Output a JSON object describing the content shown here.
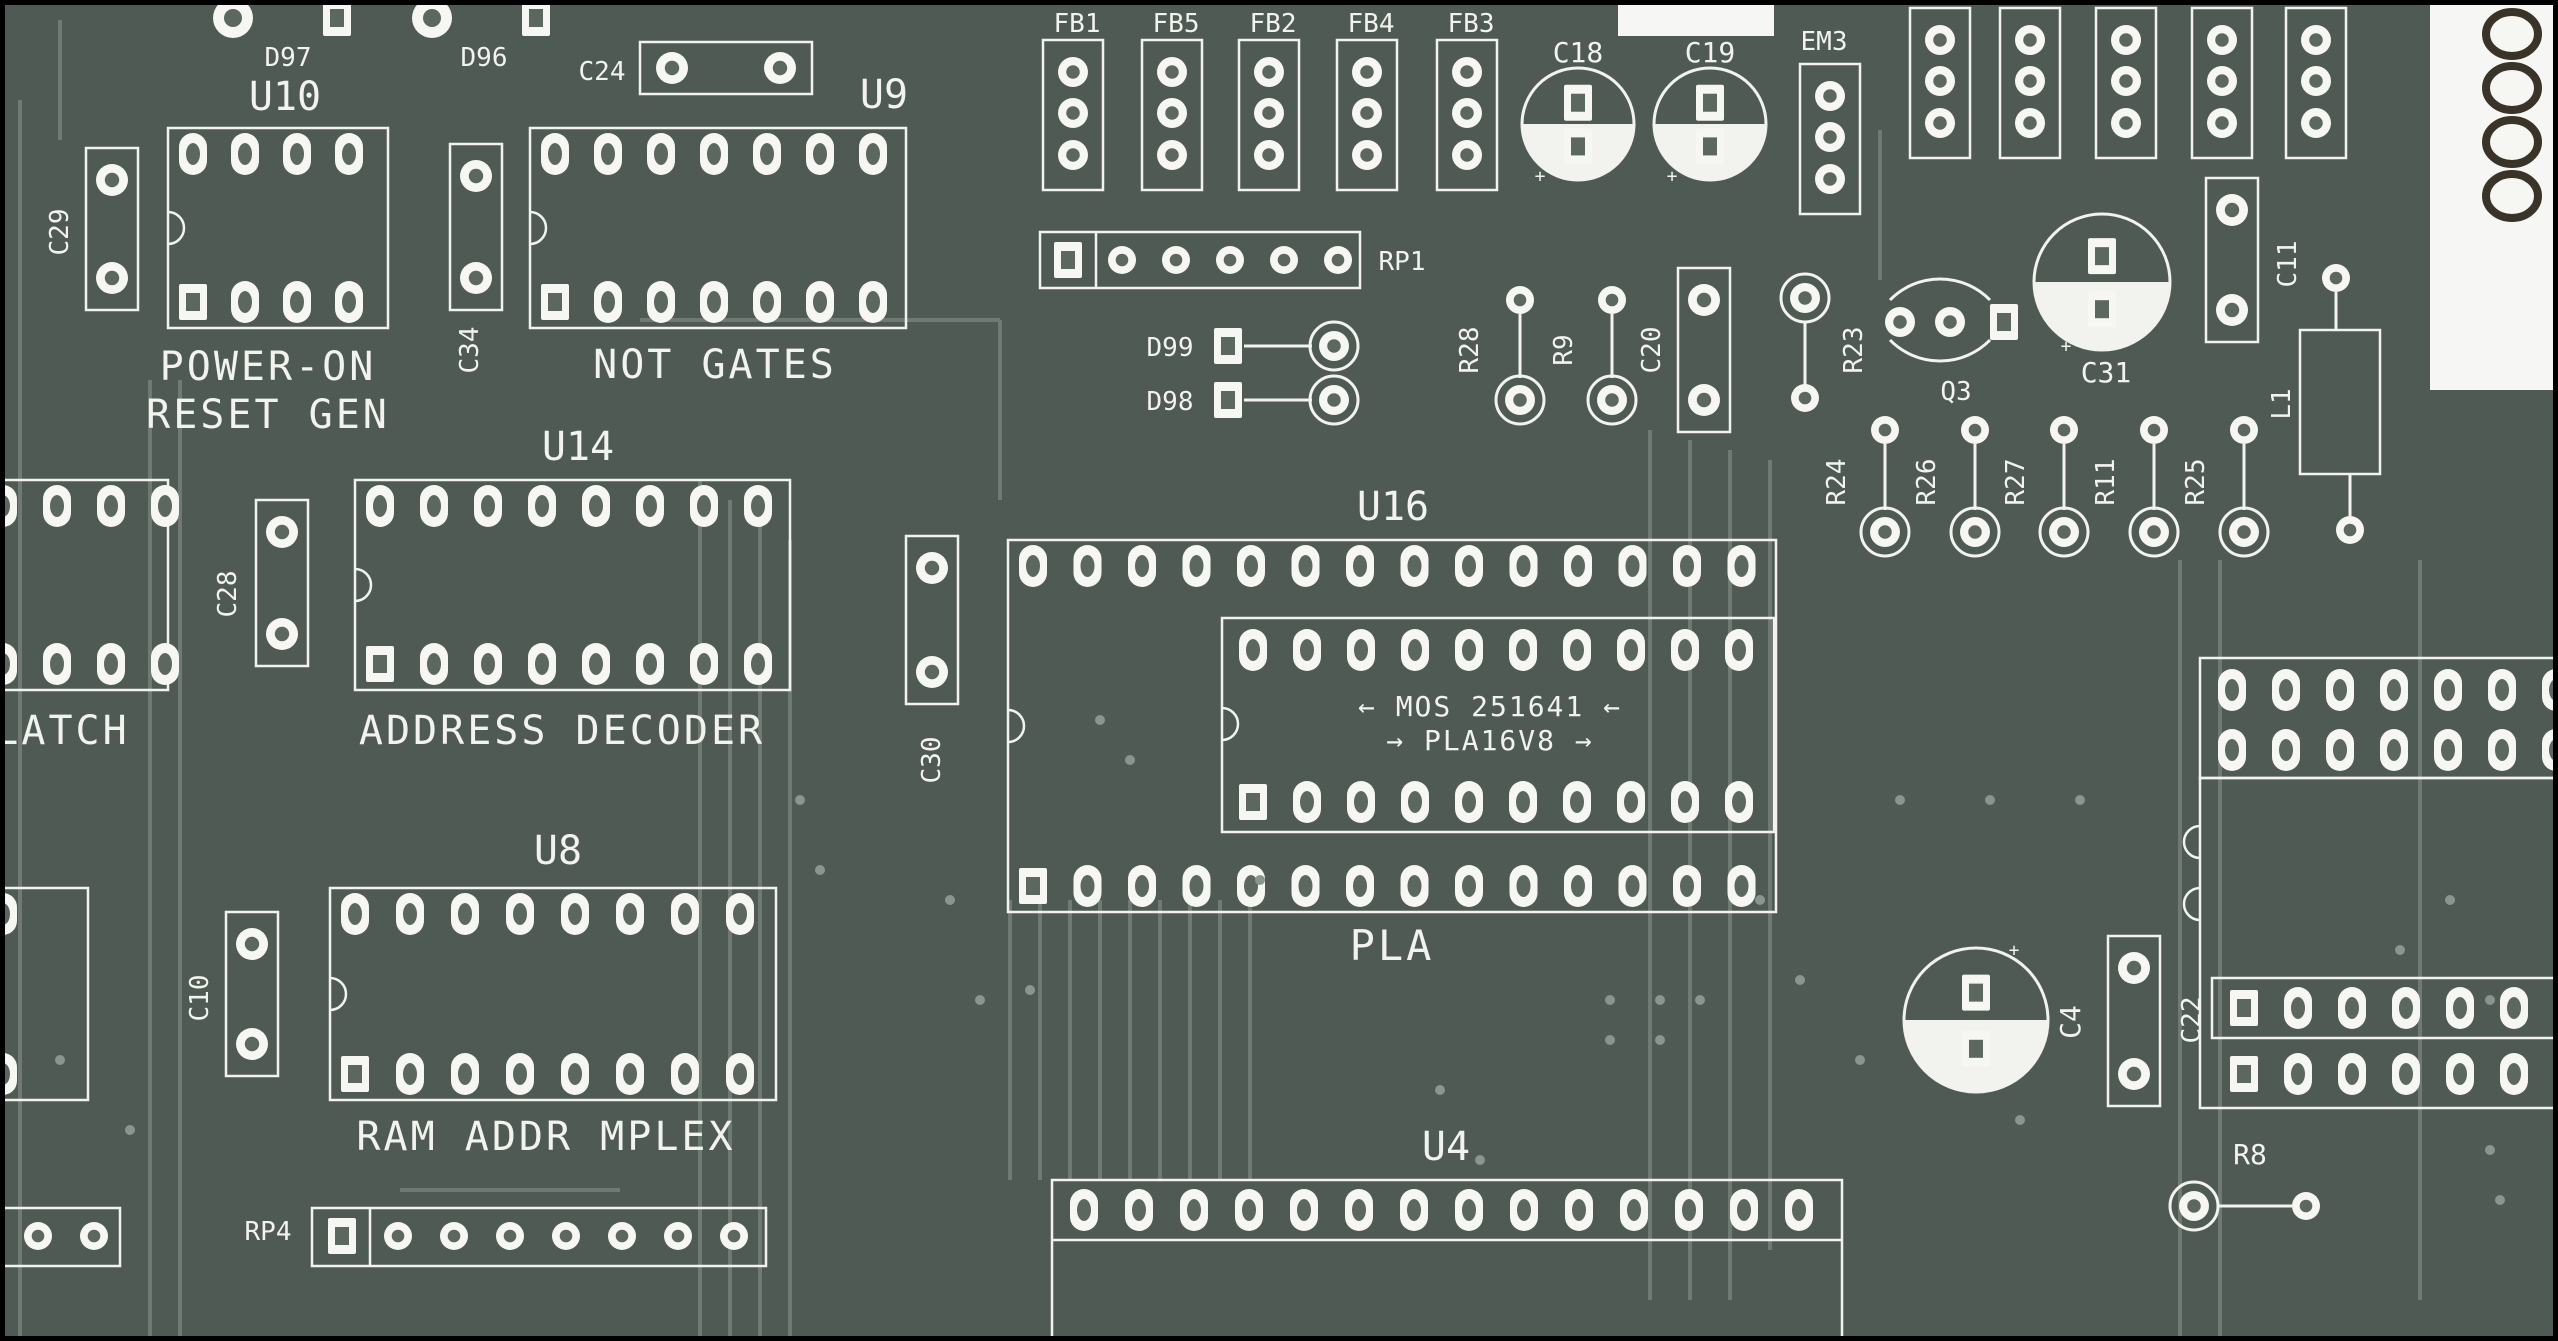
{
  "colors": {
    "board": "#4e5a53",
    "trace": "#6e7a72",
    "silkscreen": "#f2f2ee",
    "pad": "#f6f6f2",
    "hole": "#5c6760"
  },
  "references": {
    "D97": "D97",
    "D96": "D96",
    "C24": "C24",
    "C29": "C29",
    "C34": "C34",
    "U10": "U10",
    "U9": "U9",
    "U14": "U14",
    "U8": "U8",
    "U16": "U16",
    "U4": "U4",
    "C28": "C28",
    "C10": "C10",
    "C30": "C30",
    "FB1": "FB1",
    "FB5": "FB5",
    "FB2": "FB2",
    "FB4": "FB4",
    "FB3": "FB3",
    "C18": "C18",
    "C19": "C19",
    "EM3": "EM3",
    "RP1": "RP1",
    "RP4": "RP4",
    "D99": "D99",
    "D98": "D98",
    "R28": "R28",
    "R9": "R9",
    "C20": "C20",
    "R23": "R23",
    "Q3": "Q3",
    "C31": "C31",
    "C11": "C11",
    "L1": "L1",
    "R24": "R24",
    "R26": "R26",
    "R27": "R27",
    "R11": "R11",
    "R25": "R25",
    "C4": "C4",
    "C22": "C22",
    "R8": "R8"
  },
  "labels": {
    "power_on_1": "POWER-ON",
    "power_on_2": "RESET GEN",
    "not_gates": "NOT GATES",
    "latch": "LATCH",
    "address_decoder": "ADDRESS DECODER",
    "ram_addr_mplex": "RAM ADDR MPLEX",
    "pla": "PLA",
    "chip_line1": "← MOS 251641 ←",
    "chip_line2": "→ PLA16V8 →",
    "cap_plus": "+"
  }
}
